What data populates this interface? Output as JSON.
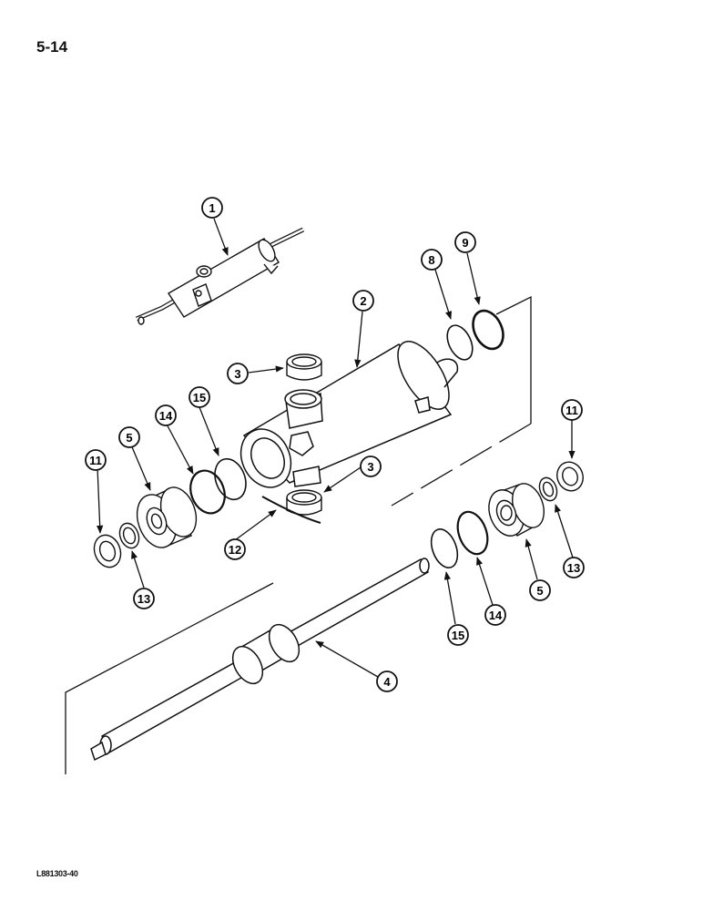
{
  "page": {
    "number": "5-14",
    "code": "L881303-40"
  },
  "callouts": {
    "c1": "1",
    "c2": "2",
    "c3a": "3",
    "c3b": "3",
    "c4": "4",
    "c5a": "5",
    "c5b": "5",
    "c8": "8",
    "c9": "9",
    "c11a": "11",
    "c11b": "11",
    "c12": "12",
    "c13a": "13",
    "c13b": "13",
    "c14a": "14",
    "c14b": "14",
    "c15a": "15",
    "c15b": "15"
  }
}
